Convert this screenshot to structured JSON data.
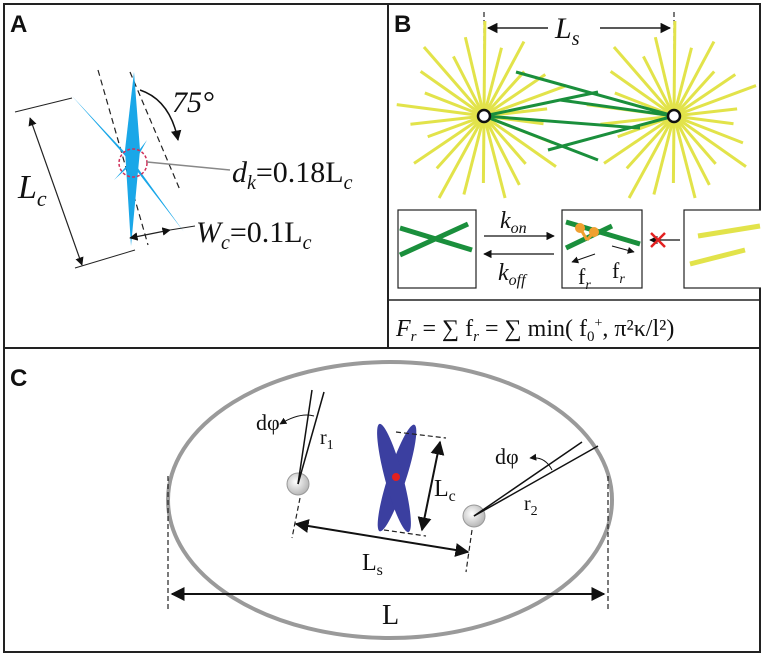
{
  "panels": {
    "a": {
      "label": "A",
      "angle_label": "75°",
      "length_label": "L",
      "length_sub": "c",
      "dk_label": "d",
      "dk_sub": "k",
      "dk_value": "=0.18L",
      "dk_value_sub": "c",
      "wc_label": "W",
      "wc_sub": "c",
      "wc_value": "=0.1L",
      "wc_value_sub": "c"
    },
    "b": {
      "label": "B",
      "ls_label": "L",
      "ls_sub": "s",
      "kon": "k",
      "kon_sub": "on",
      "koff": "k",
      "koff_sub": "off",
      "fr1": "f",
      "fr1_sub": "r",
      "fr2": "f",
      "fr2_sub": "r",
      "formula": "F",
      "formula_sub": "r",
      "formula_rest": " = ∑ f",
      "formula_sub2": "r",
      "formula_end": " = ∑ min( f",
      "formula_sub3": "0",
      "formula_sup3": "+",
      "formula_tail": ", π²κ/l²)"
    },
    "c": {
      "label": "C",
      "dphi1": "dφ",
      "r1": "r",
      "r1_sub": "1",
      "dphi2": "dφ",
      "r2": "r",
      "r2_sub": "2",
      "lc": "L",
      "lc_sub": "c",
      "ls": "L",
      "ls_sub": "s",
      "l": "L"
    }
  },
  "colors": {
    "chromosome_blue": "#1aa7e8",
    "aster_yellow": "#e2e34a",
    "crosslinker_green": "#1a8f3c",
    "motor_orange": "#f0a030",
    "cross_red": "#e32020",
    "spindle_purple": "#3b3fa0",
    "ellipse_gray": "#9a9a9a"
  }
}
